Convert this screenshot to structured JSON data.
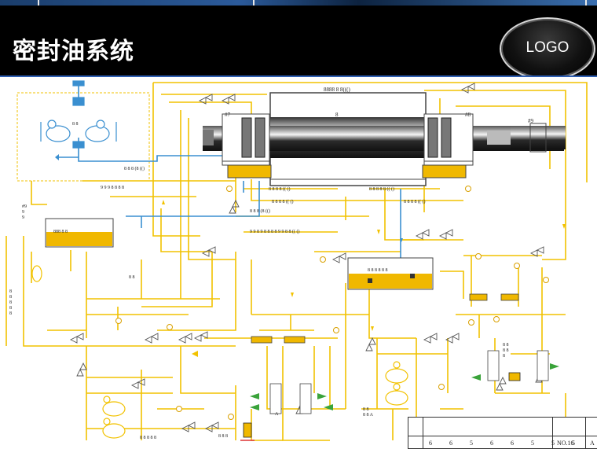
{
  "slide": {
    "title": "密封油系统",
    "logo_text": "LOGO"
  },
  "diagram": {
    "labels": {
      "top_shaft": "8888 8  8((()",
      "gen_center": "8",
      "left_seal": "#7",
      "right_seal": "#8",
      "far_right_seal": "#9",
      "cooler_a": "8  8",
      "left_tank": "888 8  8",
      "left_tank_tag": "#9\n9\n9",
      "pipe_a": "9 9 9 8  8 8 8",
      "pipe_b": "8 8  8   (8 (()",
      "pipe_c": "9 9 8 9  8 8 8 8 9 9   8   8 (( ()",
      "pipe_d": "8   8 8   8 (( ()",
      "pipe_e": "8 8  8   (8 (()",
      "pipe_f": "8 8  8   8 (( ()",
      "pipe_g": "8  8 8 8   8 (( ()",
      "pipe_h": "8   8 8   8 (( ()",
      "center_tank": "8 8 8 8  8   8",
      "lower_left": "8 8   8 8 8",
      "lower_mid": "8 8 8",
      "right_tag": "8 8\n8 8\n8",
      "lower_right": "8 8\n8 8  A",
      "left_stack": "8\n8\n8\n8\n8",
      "tag_88": "8 8",
      "letter_a": "A"
    }
  },
  "title_block": {
    "row_numbers": "6 6 5 6 6 5 5 5",
    "drawing_no": "NO.16",
    "revision": "A"
  },
  "colors": {
    "pipe": "#f2c200",
    "oil_pipe_blue": "#3a8fd0",
    "tank_fill": "#f0b800",
    "header_bg": "#000000",
    "accent_line": "#2f5fb3"
  }
}
